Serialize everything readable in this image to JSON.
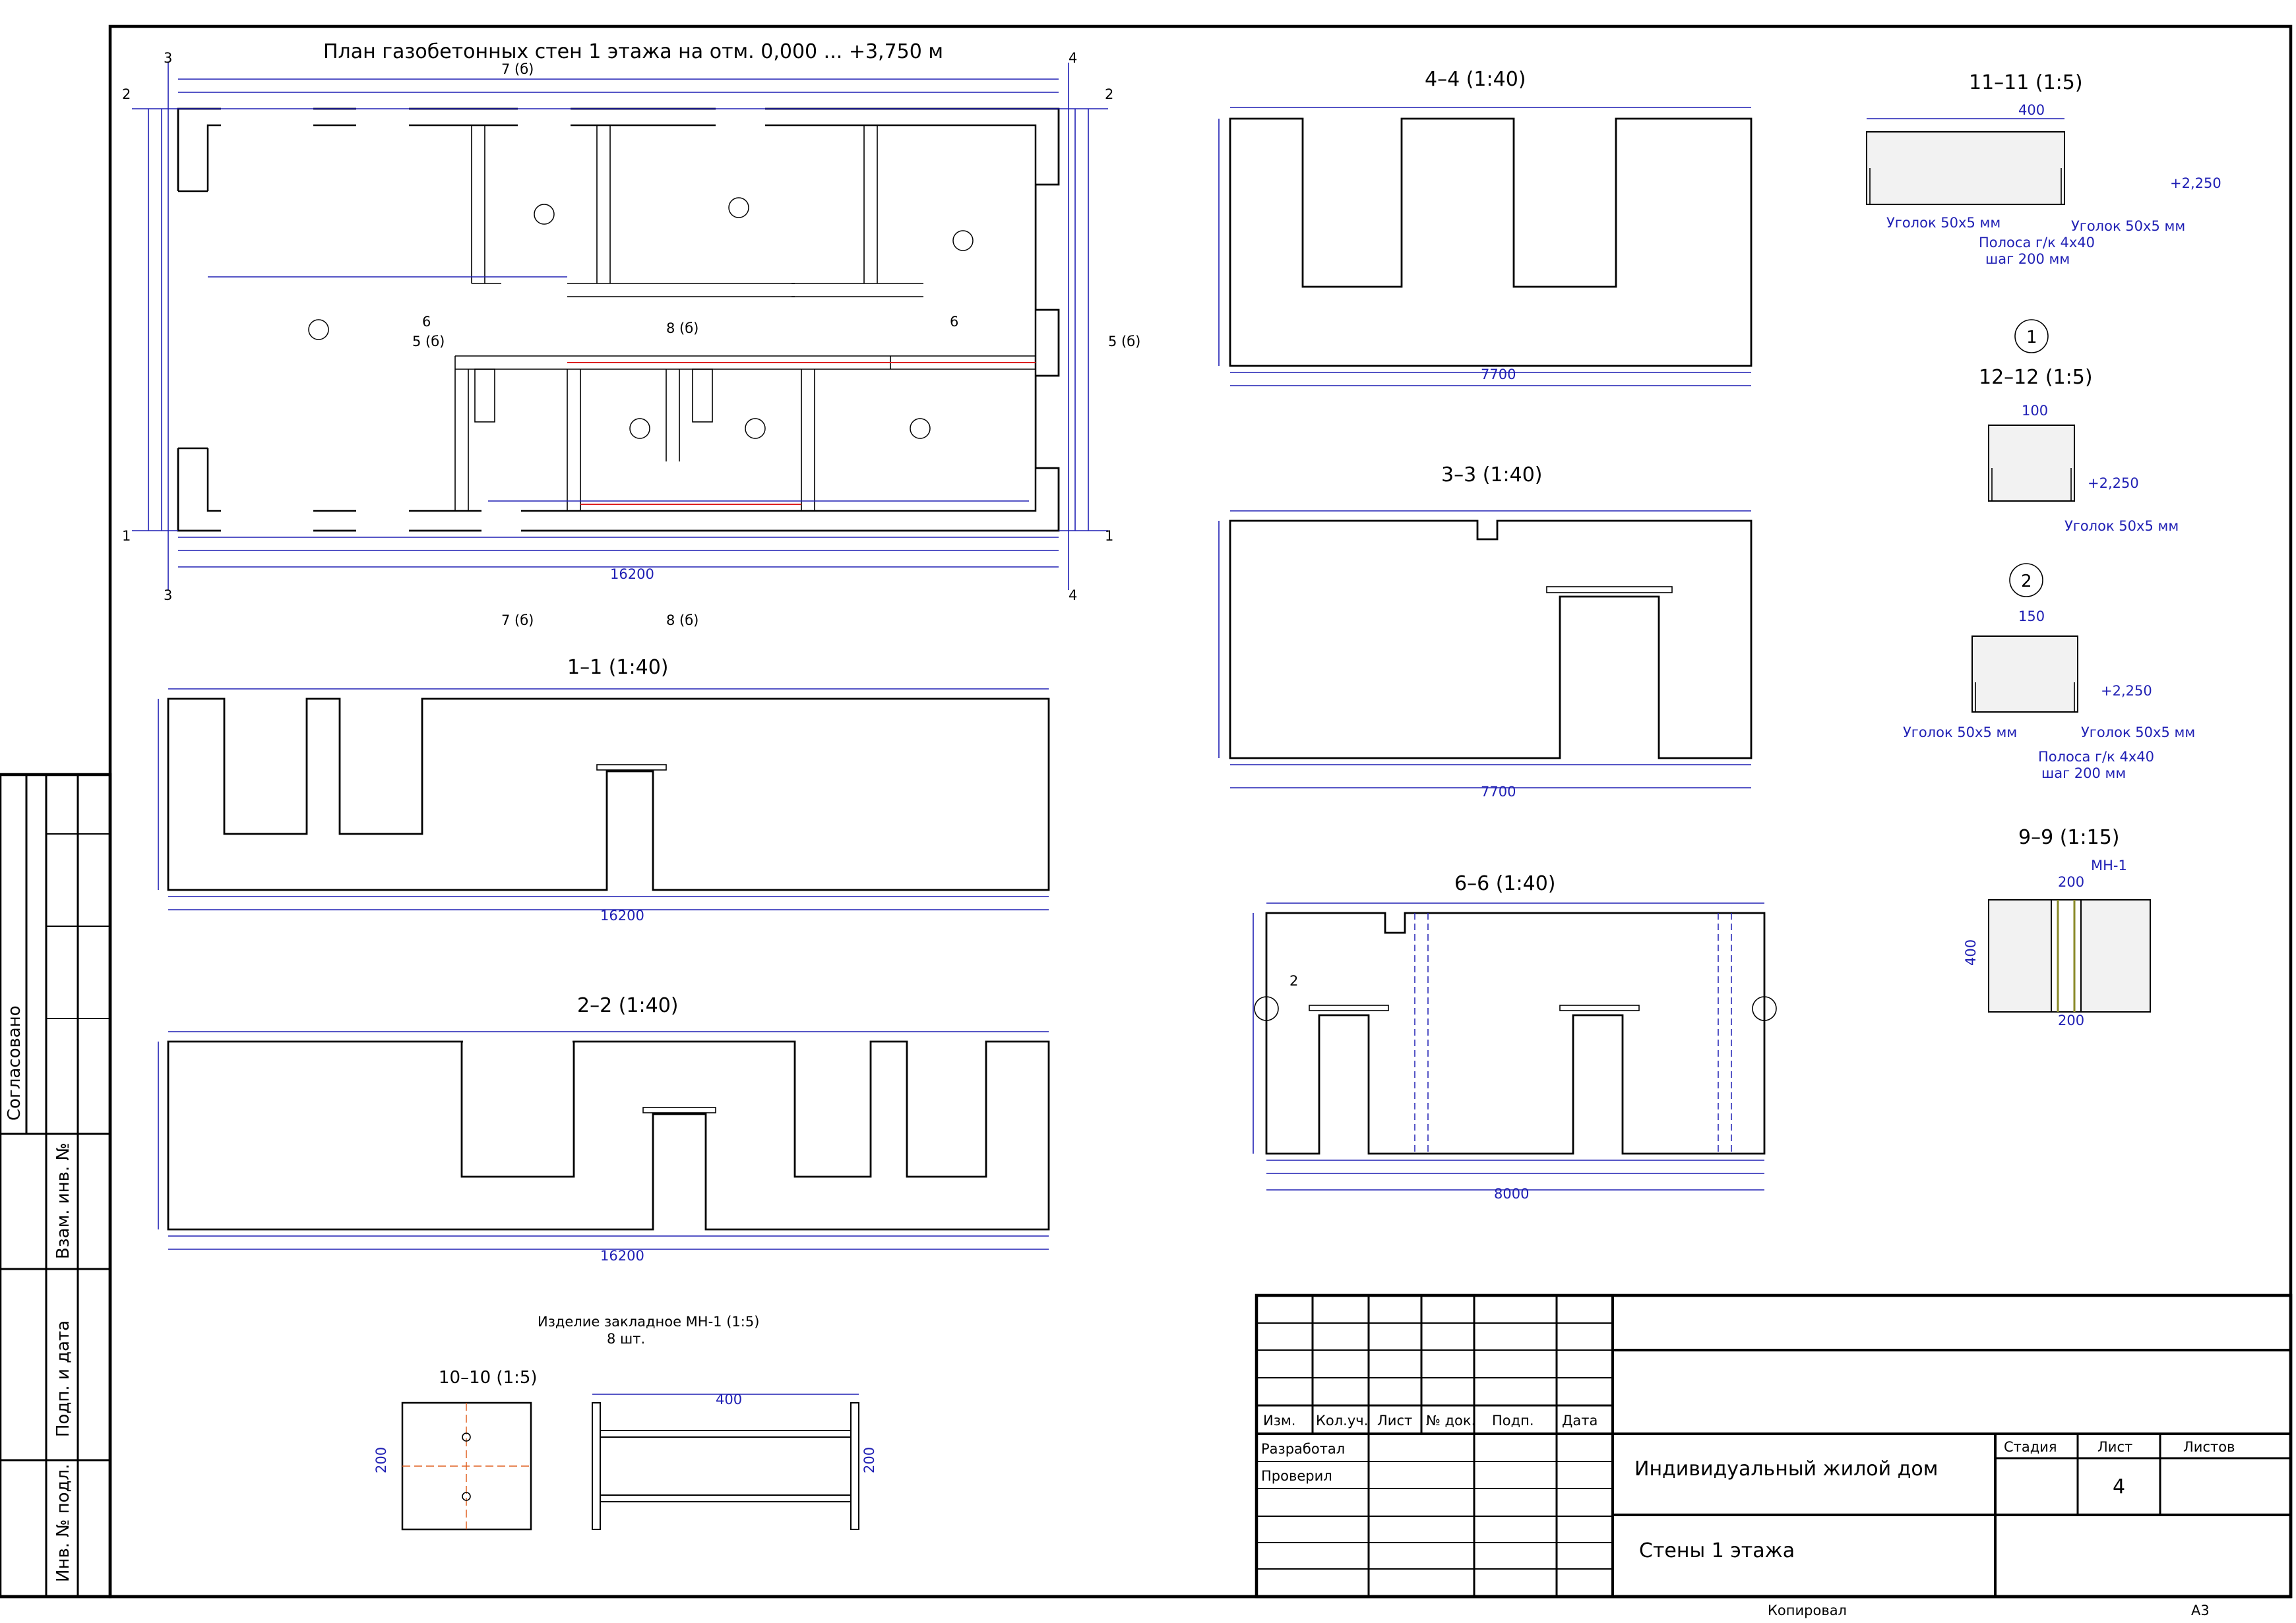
{
  "sheet": {
    "title_plan": "План газобетонных стен 1 этажа на отм. 0,000 ... +3,750 м",
    "sections": {
      "s11": "1–1 (1:40)",
      "s22": "2–2 (1:40)",
      "s33": "3–3 (1:40)",
      "s44": "4–4 (1:40)",
      "s66": "6–6 (1:40)",
      "s1111": "11–11 (1:5)",
      "s1212": "12–12 (1:5)",
      "s99": "9–9 (1:15)",
      "s1010": "10–10 (1:5)"
    },
    "node1": "1",
    "node2": "2",
    "embed_title": "Изделие закладное МН-1 (1:5)",
    "embed_qty": "8 шт.",
    "labels": {
      "ugolok": "Уголок 50х5 мм",
      "polosa": "Полоса г/к 4х40",
      "shag": "шаг 200 мм",
      "mark": "+2,250",
      "mn1": "МН-1"
    },
    "dims": {
      "d400": "400",
      "d100": "100",
      "d150": "150",
      "d200": "200",
      "d7700": "7700",
      "d8000": "8000",
      "d16200": "16200"
    },
    "axes": {
      "a1": "1",
      "a2": "2",
      "a3": "3",
      "a4": "4",
      "c5": "5 (б)",
      "c6": "6",
      "c7": "7 (б)",
      "c8": "8 (б)"
    }
  },
  "side": {
    "soglasovano": "Согласовано",
    "vzam": "Взам. инв. №",
    "podp": "Подп. и дата",
    "inv": "Инв. № подл."
  },
  "stamp": {
    "izm": "Изм.",
    "kol": "Кол.уч.",
    "list": "Лист",
    "ndok": "№ док.",
    "podp": "Подп.",
    "data": "Дата",
    "razrab": "Разработал",
    "proveril": "Проверил",
    "project": "Индивидуальный жилой дом",
    "sheet_name": "Стены 1 этажа",
    "stadiya": "Стадия",
    "list_h": "Лист",
    "listov": "Листов",
    "list_no": "4",
    "kopiroval": "Копировал",
    "format": "А3"
  }
}
